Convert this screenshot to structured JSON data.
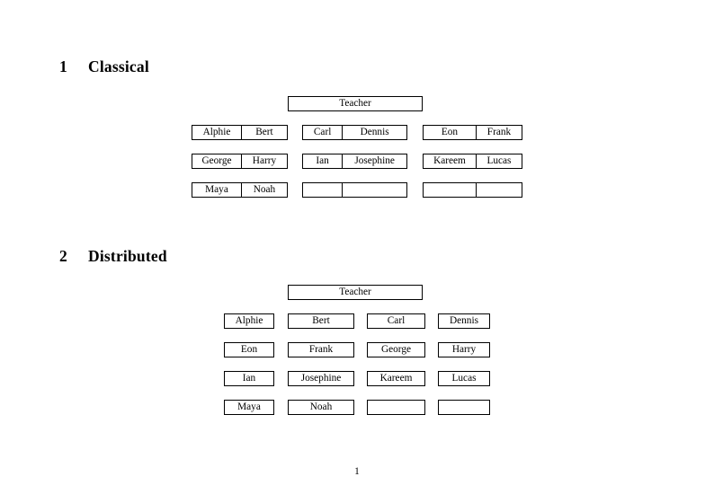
{
  "document": {
    "page_number": "1"
  },
  "sections": [
    {
      "number": "1",
      "title": "Classical",
      "root_label": "Teacher",
      "layout": "paired-cells",
      "columns": 3,
      "rows": [
        [
          [
            "Alphie",
            "Bert"
          ],
          [
            "Carl",
            "Dennis"
          ],
          [
            "Eon",
            "Frank"
          ]
        ],
        [
          [
            "George",
            "Harry"
          ],
          [
            "Ian",
            "Josephine"
          ],
          [
            "Kareem",
            "Lucas"
          ]
        ],
        [
          [
            "Maya",
            "Noah"
          ],
          [
            "",
            ""
          ],
          [
            "",
            ""
          ]
        ]
      ]
    },
    {
      "number": "2",
      "title": "Distributed",
      "root_label": "Teacher",
      "layout": "single-cells",
      "columns": 4,
      "rows": [
        [
          "Alphie",
          "Bert",
          "Carl",
          "Dennis"
        ],
        [
          "Eon",
          "Frank",
          "George",
          "Harry"
        ],
        [
          "Ian",
          "Josephine",
          "Kareem",
          "Lucas"
        ],
        [
          "Maya",
          "Noah",
          "",
          ""
        ]
      ]
    }
  ]
}
